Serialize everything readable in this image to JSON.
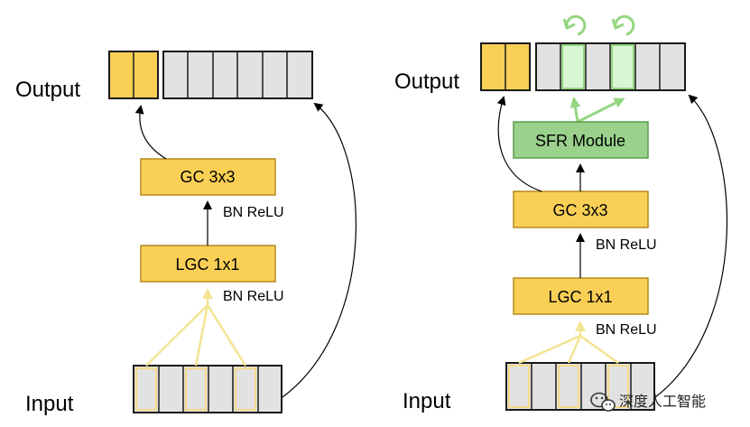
{
  "left": {
    "output_label": "Output",
    "input_label": "Input",
    "gc_label": "GC 3x3",
    "lgc_label": "LGC 1x1",
    "bn_relu_upper": "BN ReLU",
    "bn_relu_lower": "BN ReLU"
  },
  "right": {
    "output_label": "Output",
    "input_label": "Input",
    "sfr_label": "SFR Module",
    "gc_label": "GC 3x3",
    "lgc_label": "LGC 1x1",
    "bn_relu_upper": "BN ReLU",
    "bn_relu_lower": "BN ReLU"
  },
  "watermark": {
    "text": "深度人工智能",
    "icon": "wechat-icon"
  },
  "colors": {
    "block_fill": "#f9cf56",
    "block_border": "#b68a1e",
    "gray_cell": "#e2e2e2",
    "highlight_cell": "#d9f6d4",
    "sfr_fill": "#9ad18c",
    "green_arrow": "#94d680",
    "pale_yellow": "#f3e493"
  }
}
